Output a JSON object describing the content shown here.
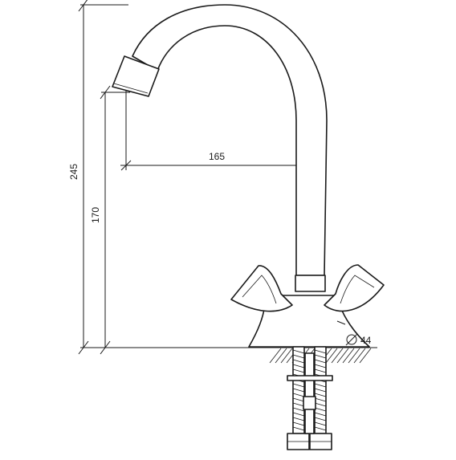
{
  "dimensions": {
    "total_height": "245",
    "spout_height": "170",
    "spout_reach": "165",
    "base_diameter": "44",
    "diameter_symbol": "⌀"
  },
  "colors": {
    "line": "#1a1a1a",
    "background": "#ffffff"
  }
}
